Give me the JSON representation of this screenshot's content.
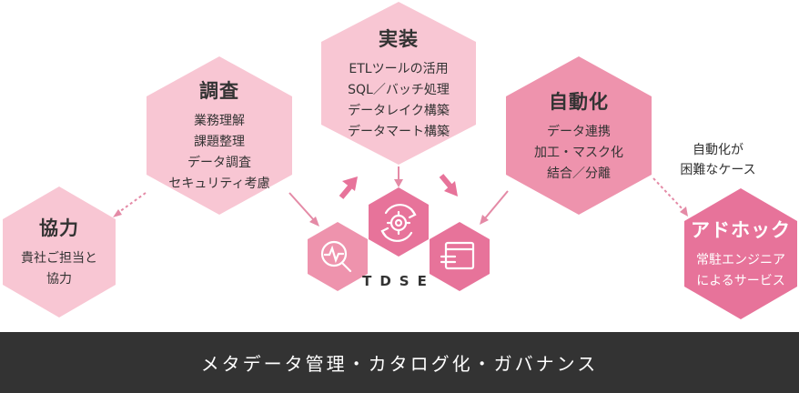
{
  "nodes": {
    "kyoryoku": {
      "title": "協力",
      "lines": [
        "貴社ご担当と",
        "協力"
      ]
    },
    "chosa": {
      "title": "調査",
      "lines": [
        "業務理解",
        "課題整理",
        "データ調査",
        "セキュリティ考慮"
      ]
    },
    "jisso": {
      "title": "実装",
      "lines": [
        "ETLツールの活用",
        "SQL／バッチ処理",
        "データレイク構築",
        "データマート構築"
      ]
    },
    "jidoka": {
      "title": "自動化",
      "lines": [
        "データ連携",
        "加工・マスク化",
        "結合／分離"
      ]
    },
    "adhoc": {
      "title": "アドホック",
      "lines": [
        "常駐エンジニア",
        "によるサービス"
      ]
    }
  },
  "side_note": [
    "自動化が",
    "困難なケース"
  ],
  "core_label": "TDSE",
  "core_icons": [
    "analysis-magnifier-icon",
    "gear-cycle-icon",
    "window-list-icon"
  ],
  "footer_text": "メタデータ管理・カタログ化・ガバナンス",
  "colors": {
    "light_pink": "#f8c6d3",
    "mid_pink": "#ee93ad",
    "deep_pink": "#e7739a",
    "arrow": "#e48aa6",
    "footer_bg": "#333333"
  }
}
